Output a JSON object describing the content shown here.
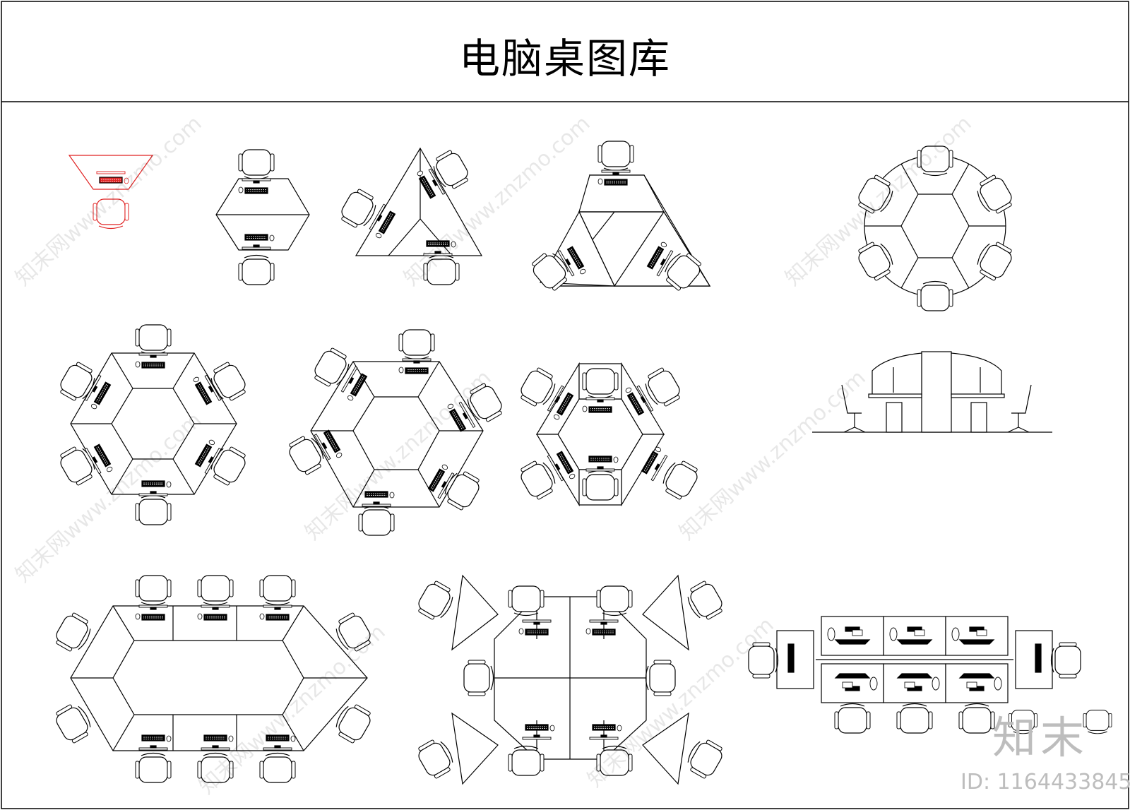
{
  "title": "电脑桌图库",
  "watermark": {
    "site": "知末网www.znzmo.com"
  },
  "brand": {
    "logo": "知末",
    "id_text": "ID: 1164433845"
  },
  "colors": {
    "line": "#000000",
    "highlight": "#e02020",
    "watermark": "#bdbdbd"
  }
}
